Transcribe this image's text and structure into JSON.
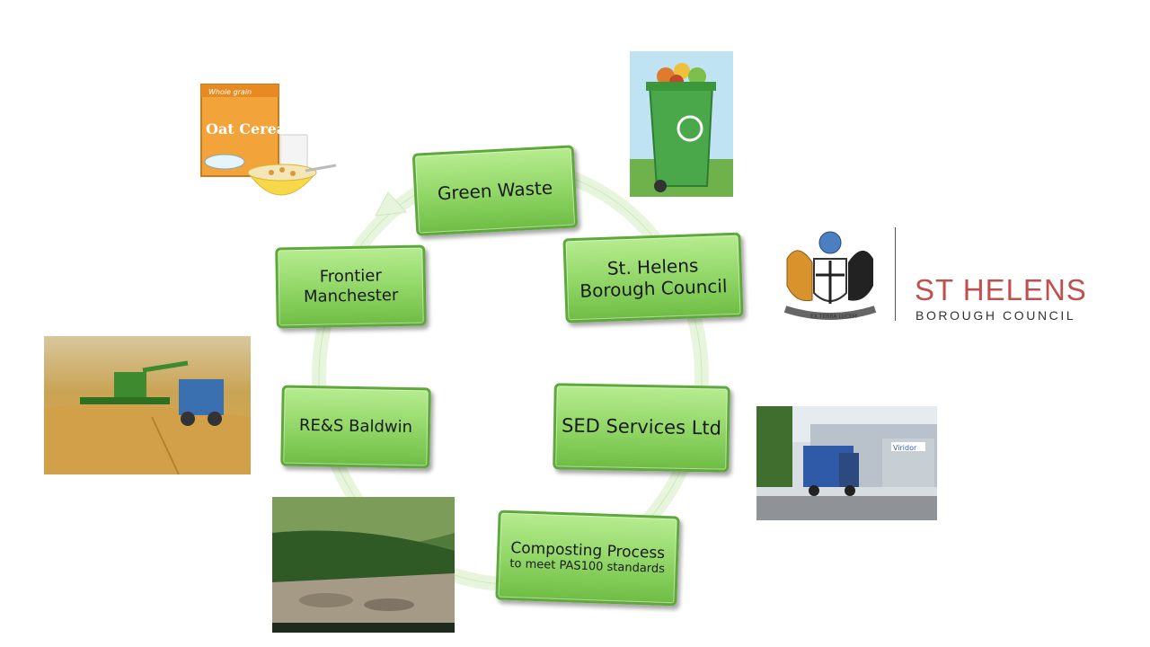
{
  "nodes": {
    "green_waste": "Green Waste",
    "st_helens_line1": "St. Helens",
    "st_helens_line2": "Borough Council",
    "sed": "SED Services Ltd",
    "composting_line1": "Composting Process",
    "composting_line2": "to meet PAS100 standards",
    "baldwin": "RE&S Baldwin",
    "frontier_line1": "Frontier",
    "frontier_line2": "Manchester"
  },
  "cereal_box": {
    "brand": "Whole grain",
    "name": "Oat Cereal"
  },
  "logo": {
    "motto": "EX TERRA LUCEM",
    "title": "ST HELENS",
    "subtitle": "BOROUGH COUNCIL"
  },
  "depot_sign": "Viridor",
  "colors": {
    "node_fill": "#8fd565",
    "node_border": "#5ea83c",
    "logo_red": "#c0504d"
  }
}
